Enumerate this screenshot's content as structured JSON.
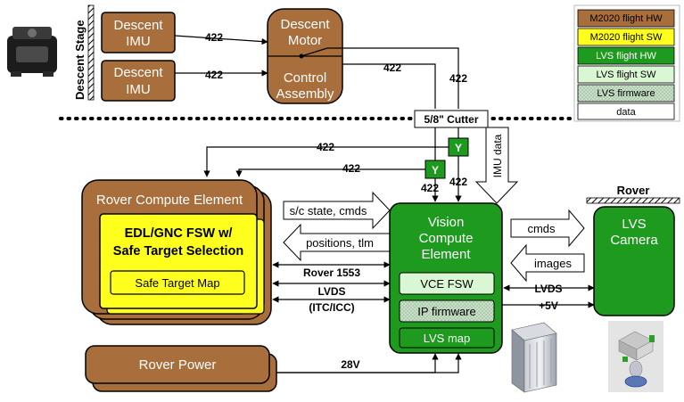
{
  "descent_stage_label": "Descent Stage",
  "imu_top": {
    "line1": "Descent",
    "line2": "IMU"
  },
  "imu_bottom": {
    "line1": "Descent",
    "line2": "IMU"
  },
  "motor": {
    "line1": "Descent",
    "line2": "Motor",
    "line3": "Control",
    "line4": "Assembly"
  },
  "signals": {
    "imu_top_422": "422",
    "imu_bottom_422": "422",
    "motor_422": "422",
    "right_422": "422",
    "long_422": "422",
    "mid_422": "422",
    "y1_422": "422",
    "y2_422": "422",
    "rover_1553": "Rover 1553",
    "lvds_left": "LVDS",
    "itc_icc": "(ITC/ICC)",
    "lvds_right": "LVDS",
    "plus5v": "+5V",
    "v28": "28V"
  },
  "cutter": "5/8\" Cutter",
  "y_label": "Y",
  "imu_data": "IMU data",
  "rce": {
    "title": "Rover Compute Element",
    "fsw_line1": "EDL/GNC FSW w/",
    "fsw_line2": "Safe Target Selection",
    "map": "Safe Target Map"
  },
  "arrows": {
    "sc_state": "s/c state, cmds",
    "positions": "positions, tlm",
    "cmds": "cmds",
    "images": "images"
  },
  "vce": {
    "line1": "Vision",
    "line2": "Compute",
    "line3": "Element",
    "fsw": "VCE FSW",
    "ip": "IP firmware",
    "map": "LVS map"
  },
  "rover_label": "Rover",
  "lvs_camera": {
    "line1": "LVS",
    "line2": "Camera"
  },
  "rover_power": "Rover Power",
  "legend": [
    {
      "label": "M2020 flight HW",
      "color": "#a86e3c"
    },
    {
      "label": "M2020 flight SW",
      "color": "#ffff1e"
    },
    {
      "label": "LVS flight HW",
      "color": "#1e9b1e"
    },
    {
      "label": "LVS flight SW",
      "color": "#d8f7d2"
    },
    {
      "label": "LVS firmware",
      "color": "#bcd8bc"
    },
    {
      "label": "data",
      "color": "#ffffff"
    }
  ],
  "colors": {
    "m2020_hw": "#a86e3c",
    "m2020_sw": "#ffff1e",
    "lvs_hw": "#1e9b1e",
    "lvs_sw": "#d8f7d2",
    "lvs_fw": "#bcd8bc"
  }
}
